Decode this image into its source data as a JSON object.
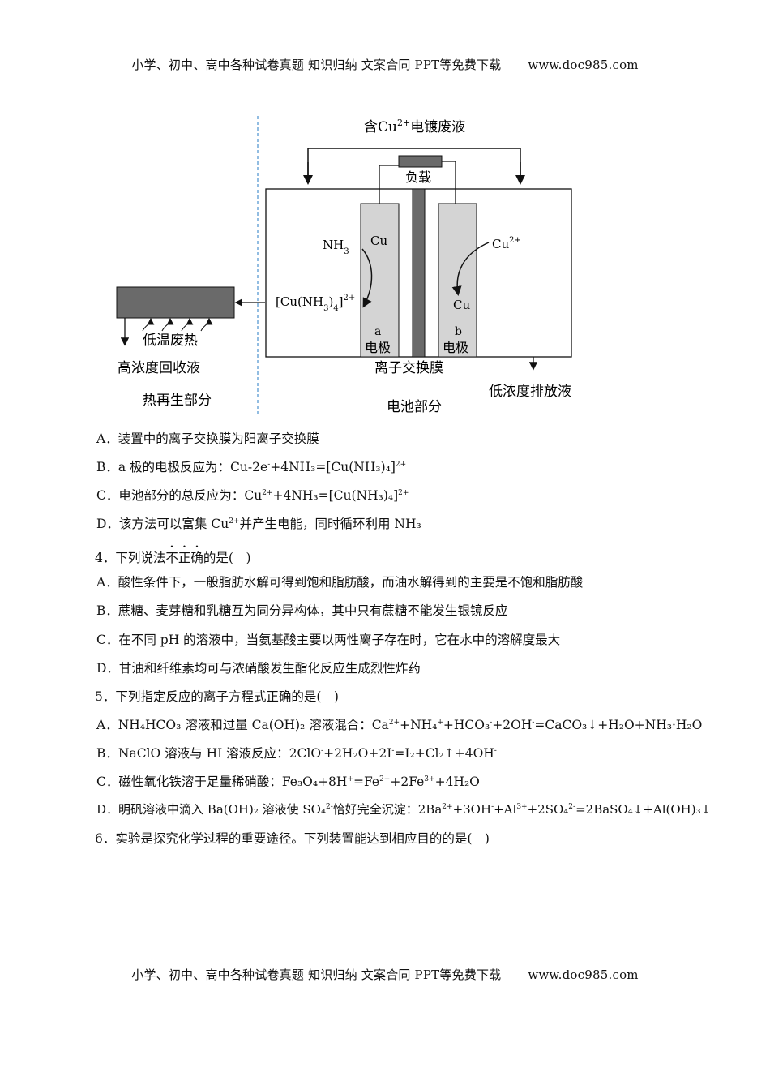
{
  "header": {
    "text": "小学、初中、高中各种试卷真题  知识归纳  文案合同  PPT等免费下载",
    "site": "www.doc985.com"
  },
  "footer": {
    "text": "小学、初中、高中各种试卷真题  知识归纳  文案合同  PPT等免费下载",
    "site": "www.doc985.com"
  },
  "diagram": {
    "top_label_prefix": "含Cu",
    "top_label_sup": "2+",
    "top_label_suffix": "电镀废液",
    "load": "负载",
    "left_electrode_metal": "Cu",
    "nh3": "NH",
    "nh3_sub": "3",
    "complex_a": "[Cu(NH",
    "complex_sub1": "3",
    "complex_b": ")",
    "complex_sub2": "4",
    "complex_c": "]",
    "complex_sup": "2+",
    "electrode_a_letter": "a",
    "electrode_word": "电极",
    "electrode_b_letter": "b",
    "cu_ion": "Cu",
    "cu_ion_sup": "2+",
    "right_electrode_metal": "Cu",
    "membrane": "离子交换膜",
    "waste_heat": "低温废热",
    "recovery": "高浓度回收液",
    "low_discharge": "低浓度排放液",
    "heat_section": "热再生部分",
    "battery_section": "电池部分"
  },
  "q3_options": {
    "A": "A．装置中的离子交换膜为阳离子交换膜",
    "B_pre": "B．a 极的电极反应为：Cu-2e",
    "B_mid": "+4NH₃=[Cu(NH₃)₄]",
    "C_pre": "C．电池部分的总反应为：Cu",
    "C_mid": "+4NH₃=[Cu(NH₃)₄]",
    "D_pre": "D．该方法可以富集 Cu",
    "D_post": "并产生电能，同时循环利用 NH₃"
  },
  "q4": {
    "stem_pre": "4．下列说法",
    "stem_dot": "不正确",
    "stem_post": "的是(　)",
    "A": "A．酸性条件下，一般脂肪水解可得到饱和脂肪酸，而油水解得到的主要是不饱和脂肪酸",
    "B": "B．蔗糖、麦芽糖和乳糖互为同分异构体，其中只有蔗糖不能发生银镜反应",
    "C": "C．在不同 pH 的溶液中，当氨基酸主要以两性离子存在时，它在水中的溶解度最大",
    "D": "D．甘油和纤维素均可与浓硝酸发生酯化反应生成烈性炸药"
  },
  "q5": {
    "stem": "5．下列指定反应的离子方程式正确的是(　)",
    "A_pre": "A．NH₄HCO₃ 溶液和过量 Ca(OH)₂ 溶液混合：Ca",
    "A_s1": "2+",
    "A_m1": "+NH₄",
    "A_s2": "+",
    "A_m2": "+HCO₃",
    "A_s3": "-",
    "A_m3": "+2OH",
    "A_s4": "-",
    "A_end": "=CaCO₃↓+H₂O+NH₃·H₂O",
    "B_pre": "B．NaClO 溶液与 HI 溶液反应：2ClO",
    "B_s1": "-",
    "B_m1": "+2H₂O+2I",
    "B_s2": "-",
    "B_m2": "=I₂+Cl₂↑+4OH",
    "B_s3": "-",
    "C_pre": "C．磁性氧化铁溶于足量稀硝酸：Fe₃O₄+8H",
    "C_s1": "+",
    "C_m1": "=Fe",
    "C_s2": "2+",
    "C_m2": "+2Fe",
    "C_s3": "3+",
    "C_end": "+4H₂O",
    "D_pre": "D．明矾溶液中滴入 Ba(OH)₂ 溶液使 SO₄",
    "D_s1": "2-",
    "D_m1": "恰好完全沉淀：2Ba",
    "D_s2": "2+",
    "D_m2": "+3OH",
    "D_s3": "-",
    "D_m3": "+Al",
    "D_s4": "3+",
    "D_m4": "+2SO₄",
    "D_s5": "2-",
    "D_end": "=2BaSO₄↓+Al(OH)₃↓"
  },
  "q6": {
    "stem": "6．实验是探究化学过程的重要途径。下列装置能达到相应目的的是(　)"
  },
  "sup_2plus": "2+",
  "sup_minus": "-"
}
